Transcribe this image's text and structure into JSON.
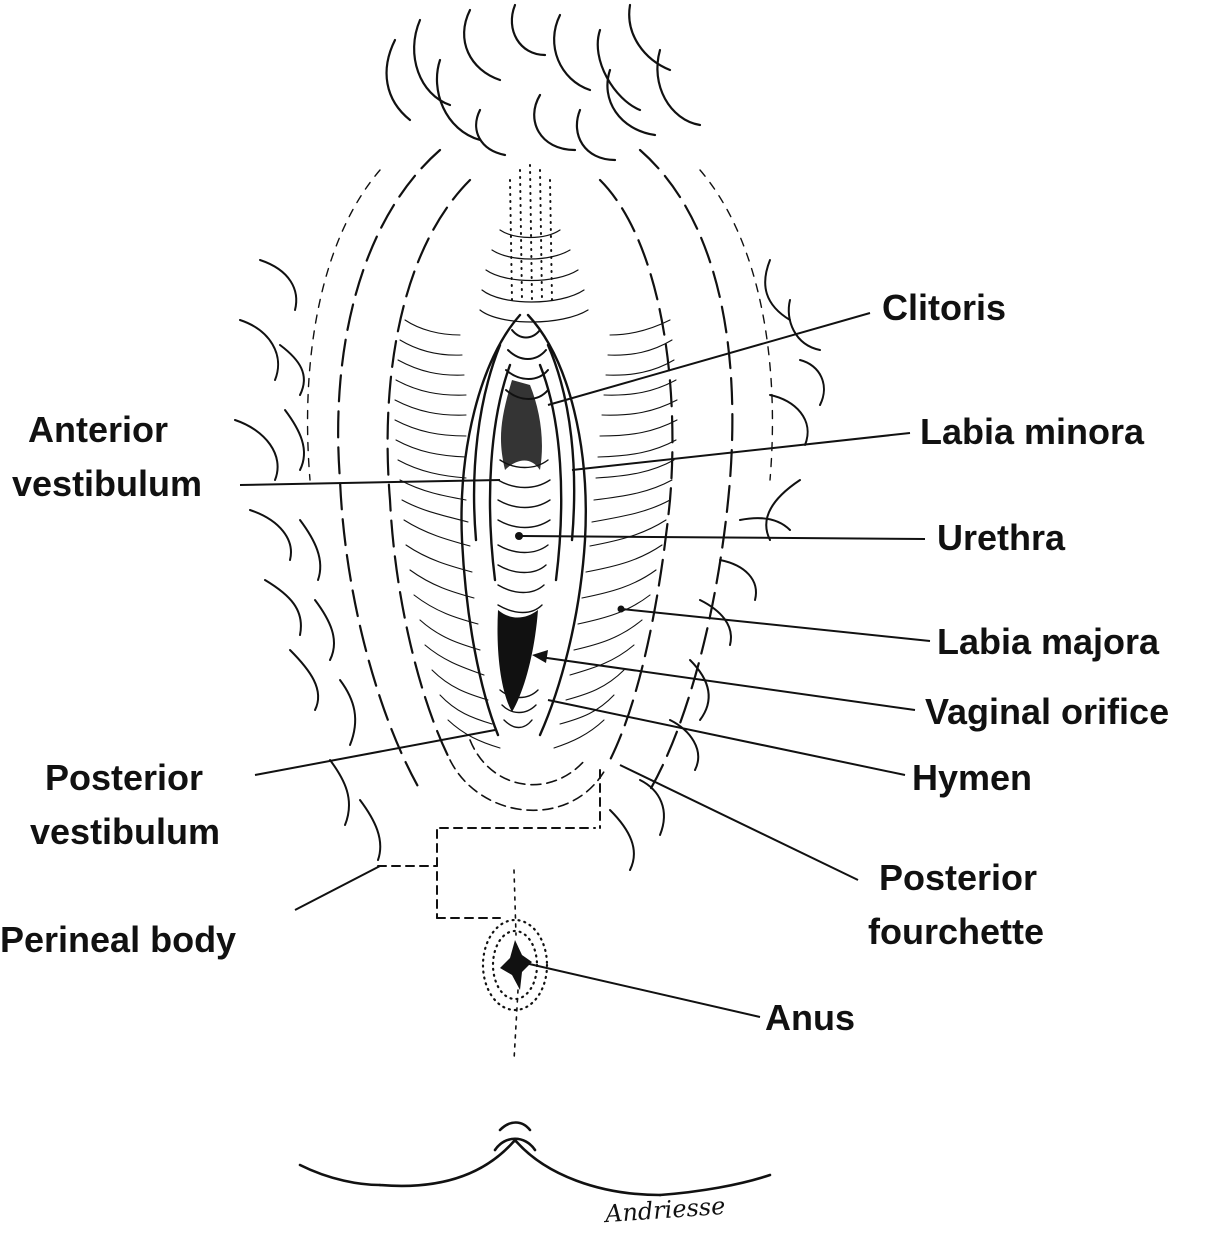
{
  "labels": {
    "clitoris": "Clitoris",
    "anterior_vestibulum_1": "Anterior",
    "anterior_vestibulum_2": "vestibulum",
    "labia_minora": "Labia minora",
    "urethra": "Urethra",
    "labia_majora": "Labia majora",
    "vaginal_orifice": "Vaginal orifice",
    "hymen": "Hymen",
    "posterior_vestibulum_1": "Posterior",
    "posterior_vestibulum_2": "vestibulum",
    "perineal_body": "Perineal body",
    "posterior_fourchette_1": "Posterior",
    "posterior_fourchette_2": "fourchette",
    "anus": "Anus"
  },
  "signature": "Andriesse",
  "colors": {
    "ink": "#111111",
    "background": "#ffffff"
  }
}
